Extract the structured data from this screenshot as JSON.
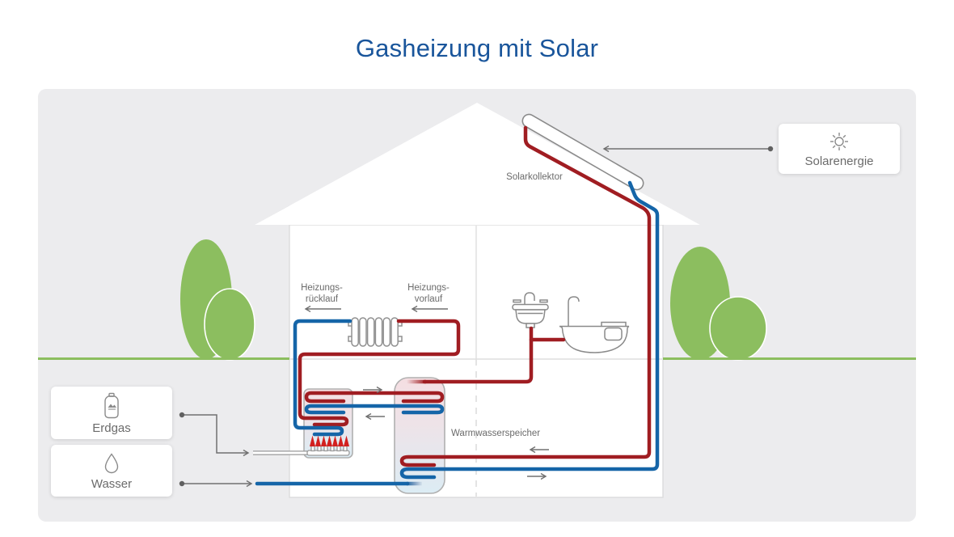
{
  "title": "Gasheizung mit Solar",
  "cards": {
    "solarenergie": {
      "label": "Solarenergie"
    },
    "erdgas": {
      "label": "Erdgas"
    },
    "wasser": {
      "label": "Wasser"
    }
  },
  "diagram_labels": {
    "solarkollektor": "Solarkollektor",
    "warmwasserspeicher": "Warmwasserspeicher",
    "heizungs_ruecklauf": [
      "Heizungs-",
      "rücklauf"
    ],
    "heizungs_vorlauf": [
      "Heizungs-",
      "vorlauf"
    ]
  },
  "colors": {
    "title_blue": "#19559b",
    "pipe_hot_red": "#a01d22",
    "pipe_cold_blue": "#1565a8",
    "flame_red": "#d2201f",
    "foliage_green": "#8cbe5f",
    "panel_background": "#ececee",
    "label_gray": "#6b6b6b"
  }
}
